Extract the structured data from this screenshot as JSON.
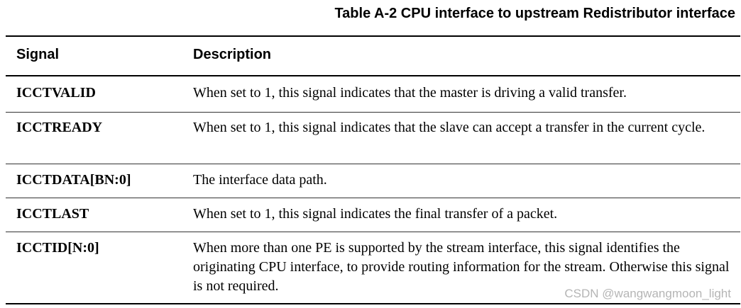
{
  "table": {
    "caption": "Table A-2 CPU interface to upstream Redistributor interface",
    "headers": {
      "signal": "Signal",
      "description": "Description"
    },
    "rows": [
      {
        "signal": "ICCTVALID",
        "description": "When set to 1, this signal indicates that the master is driving a valid transfer."
      },
      {
        "signal": "ICCTREADY",
        "description": "When set to 1, this signal indicates that the slave can accept a transfer in the current cycle."
      },
      {
        "signal": "ICCTDATA[BN:0]",
        "description": "The interface data path."
      },
      {
        "signal": "ICCTLAST",
        "description": "When set to 1, this signal indicates the final transfer of a packet."
      },
      {
        "signal": "ICCTID[N:0]",
        "description": "When more than one PE is supported by the stream interface, this signal identifies the originating CPU interface, to provide routing information for the stream. Otherwise this signal is not required."
      }
    ]
  },
  "watermark": "CSDN @wangwangmoon_light"
}
